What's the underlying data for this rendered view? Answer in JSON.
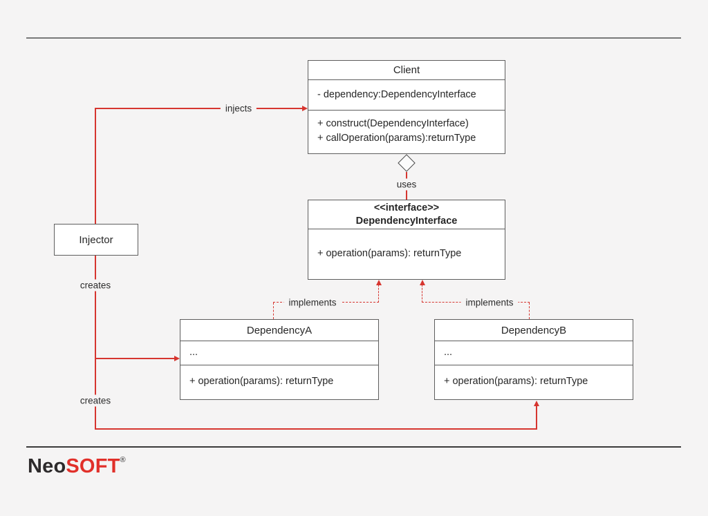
{
  "classes": {
    "client": {
      "title": "Client",
      "attributes": [
        "- dependency:DependencyInterface"
      ],
      "methods": [
        "+ construct(DependencyInterface)",
        "+ callOperation(params):returnType"
      ]
    },
    "interface": {
      "stereotype": "<<interface>>",
      "title": "DependencyInterface",
      "methods": [
        "+ operation(params): returnType"
      ]
    },
    "injector": {
      "title": "Injector"
    },
    "dependency_a": {
      "title": "DependencyA",
      "attributes": [
        "..."
      ],
      "methods": [
        "+ operation(params): returnType"
      ]
    },
    "dependency_b": {
      "title": "DependencyB",
      "attributes": [
        "..."
      ],
      "methods": [
        "+ operation(params): returnType"
      ]
    }
  },
  "labels": {
    "injects": "injects",
    "uses": "uses",
    "creates_top": "creates",
    "creates_bottom": "creates",
    "implements_left": "implements",
    "implements_right": "implements"
  },
  "logo": {
    "neo": "Neo",
    "soft": "SOFT",
    "reg": "®"
  },
  "colors": {
    "connector_red": "#d6352f",
    "box_border": "#5d5d5d",
    "background": "#f5f4f4"
  }
}
